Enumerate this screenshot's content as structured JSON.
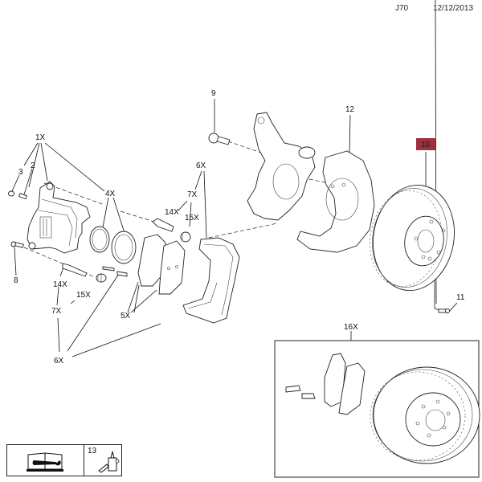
{
  "header": {
    "code": "J70",
    "date": "12/12/2013"
  },
  "callouts": {
    "c1X": "1X",
    "c2": "2",
    "c3": "3",
    "c4X": "4X",
    "c5X": "5X",
    "c6X_left": "6X",
    "c6X_top": "6X",
    "c7X_left": "7X",
    "c7X_top": "7X",
    "c8": "8",
    "c9": "9",
    "c10": "10",
    "c11": "11",
    "c12": "12",
    "c14X_left": "14X",
    "c14X_top": "14X",
    "c15X_left": "15X",
    "c15X_top": "15X",
    "c16X": "16X"
  },
  "highlight": {
    "selected_callout": "10",
    "color": "#a0303f"
  },
  "legend": {
    "manual_icon": "service-manual-wrench-icon",
    "item_number": "13",
    "item_icon": "adhesive-bottle-icon"
  }
}
